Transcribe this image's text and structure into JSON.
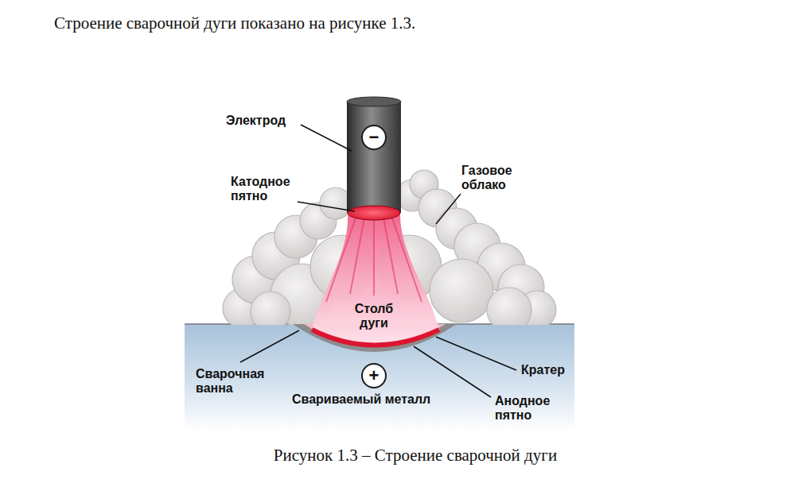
{
  "diagram": {
    "caption": "Рисунок 1.3 – Строение сварочной дуги",
    "nodes": [
      {
        "text": [
          "−"
        ]
      },
      {
        "text": [
          "+"
        ]
      }
    ],
    "labels": [
      "Строение сварочной дуги показано на рисунке 1.3.",
      "Электрод",
      "Катодное пятно",
      "Газовое облако",
      "Столб дуги",
      "Сварочная ванна",
      "Кратер",
      "Свариваемый металл",
      "Анодное пятно"
    ]
  }
}
